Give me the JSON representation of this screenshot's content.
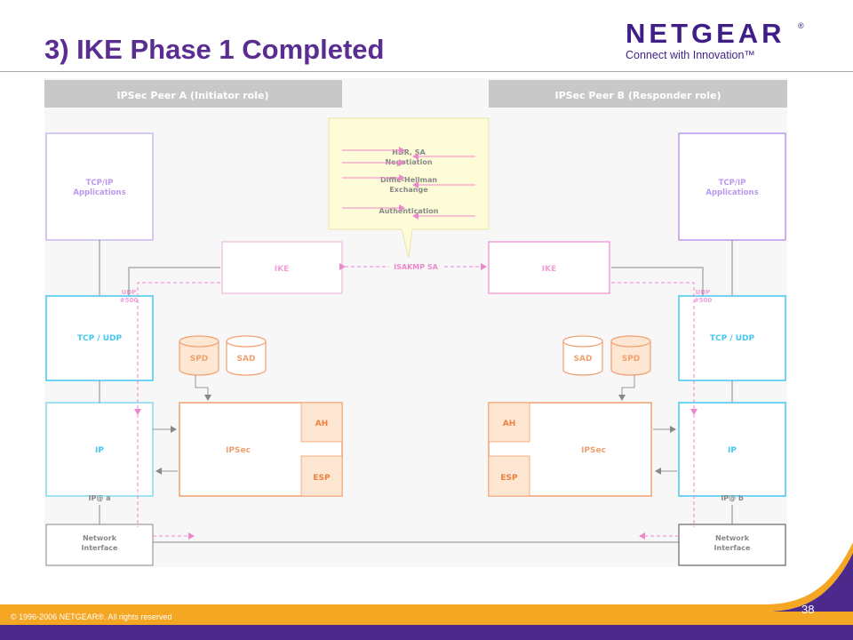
{
  "slide": {
    "title": "3) IKE Phase 1 Completed",
    "page_number": "38",
    "copyright": "© 1996-2006 NETGEAR®. All rights reserved"
  },
  "brand": {
    "name": "NETGEAR",
    "registered": "®",
    "tagline": "Connect with Innovation™",
    "color": "#3f1f86"
  },
  "diagram": {
    "peer_a_header": "IPSec Peer A (Initiator role)",
    "peer_b_header": "IPSec Peer B (Responder role)",
    "callout": {
      "line1": "HDR, SA",
      "line2": "Negotiation",
      "line3": "Diffie-Hellman",
      "line4": "Exchange",
      "line5": "Authentication"
    },
    "peer_a": {
      "apps_line1": "TCP/IP",
      "apps_line2": "Applications",
      "ike": "IKE",
      "udp_line1": "UDP",
      "udp_line2": "#500",
      "tcp_udp": "TCP / UDP",
      "spd": "SPD",
      "sad": "SAD",
      "ip": "IP",
      "ipsec": "IPSec",
      "ah": "AH",
      "esp": "ESP",
      "ip_addr": "IP@ a",
      "net_line1": "Network",
      "net_line2": "Interface"
    },
    "peer_b": {
      "apps_line1": "TCP/IP",
      "apps_line2": "Applications",
      "ike": "IKE",
      "udp_line1": "UDP",
      "udp_line2": "#500",
      "tcp_udp": "TCP / UDP",
      "spd": "SPD",
      "sad": "SAD",
      "ip": "IP",
      "ipsec": "IPSec",
      "ah": "AH",
      "esp": "ESP",
      "ip_addr": "IP@ b",
      "net_line1": "Network",
      "net_line2": "Interface"
    },
    "isakmp_label": "ISAKMP SA",
    "colors": {
      "header_bg": "#c8c8c8",
      "purple": "#bb99ee",
      "pink": "#f0a0d8",
      "cyan": "#44c8f0",
      "orange": "#f0a070",
      "callout_bg": "#fdfbd8",
      "dashed_pink": "#ee88cc"
    }
  },
  "footer": {
    "orange": "#f5a623",
    "purple": "#4b2a8c"
  }
}
